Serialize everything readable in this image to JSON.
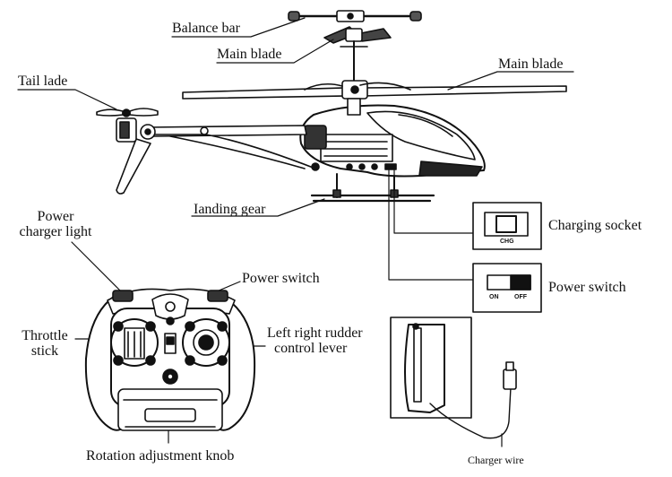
{
  "labels": {
    "balance_bar": "Balance bar",
    "main_blade_top": "Main blade",
    "main_blade_right": "Main blade",
    "tail_blade": "Tail lade",
    "landing_gear": "Ianding gear",
    "charging_socket": "Charging socket",
    "power_switch_heli": "Power switch",
    "power_charger_light_1": "Power",
    "power_charger_light_2": "charger light",
    "power_switch_remote": "Power switch",
    "throttle_stick_1": "Throttle",
    "throttle_stick_2": "stick",
    "rudder_lever_1": "Left right rudder",
    "rudder_lever_2": "control lever",
    "rotation_knob": "Rotation adjustment knob",
    "charger_wire": "Charger wire"
  },
  "socket_box": {
    "text": "CHG"
  },
  "switch_box": {
    "on": "ON",
    "off": "OFF"
  }
}
